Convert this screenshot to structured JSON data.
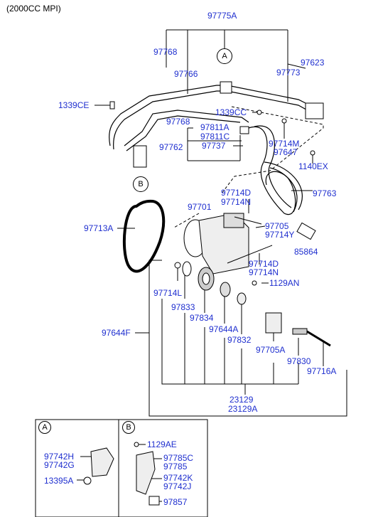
{
  "header": {
    "engine_note": "(2000CC MPI)"
  },
  "colors": {
    "part_label": "#1f2fcf",
    "line": "#000000",
    "part_fill": "#ffffff",
    "part_shade": "#888888"
  },
  "markers": {
    "a": "A",
    "b": "B"
  },
  "labels": {
    "p97775A": "97775A",
    "p97768_top": "97768",
    "p97623": "97623",
    "p97766": "97766",
    "p97773": "97773",
    "p1339CE": "1339CE",
    "p1339CC": "1339CC",
    "p97768_mid": "97768",
    "p97811A": "97811A",
    "p97811C": "97811C",
    "p97762": "97762",
    "p97737": "97737",
    "p97714M": "97714M",
    "p97647": "97647",
    "p1140EX": "1140EX",
    "p97763": "97763",
    "p97714D_top": "97714D",
    "p97714N_top": "97714N",
    "p97701": "97701",
    "p97713A": "97713A",
    "p97705": "97705",
    "p97714Y": "97714Y",
    "p85864": "85864",
    "p97714D_bot": "97714D",
    "p97714N_bot": "97714N",
    "p1129AN": "1129AN",
    "p97714L": "97714L",
    "p97833": "97833",
    "p97834": "97834",
    "p97644A": "97644A",
    "p97644F": "97644F",
    "p97832": "97832",
    "p97705A": "97705A",
    "p97830": "97830",
    "p97716A": "97716A",
    "p23129": "23129",
    "p23129A": "23129A",
    "p97742H": "97742H",
    "p97742G": "97742G",
    "p13395A": "13395A",
    "p1129AE": "1129AE",
    "p97785C": "97785C",
    "p97785": "97785",
    "p97742K": "97742K",
    "p97742J": "97742J",
    "p97857": "97857"
  }
}
